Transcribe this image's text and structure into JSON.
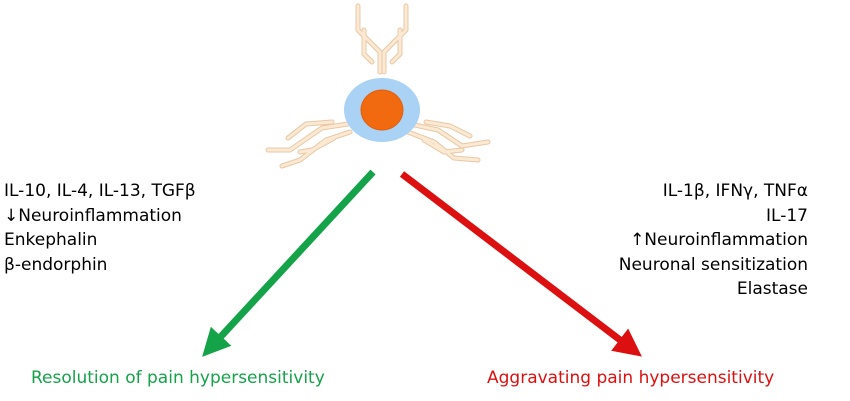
{
  "colors": {
    "cell_membrane": "#a9d2f5",
    "nucleus": "#f26a10",
    "nucleus_border": "#e45e08",
    "receptor_fill": "#fbe9d4",
    "receptor_stroke": "#e9c8a4",
    "resolution": "#15a34a",
    "aggravating": "#dc1010"
  },
  "left_panel": {
    "factors": [
      "IL-10, IL-4, IL-13, TGFβ",
      "↓Neuroinflammation",
      "Enkephalin",
      "β-endorphin"
    ],
    "outcome": "Resolution of pain hypersensitivity"
  },
  "right_panel": {
    "factors": [
      "IL-1β, IFNγ, TNFα",
      "IL-17",
      "↑Neuroinflammation",
      "Neuronal sensitization",
      "Elastase"
    ],
    "outcome": "Aggravating pain hypersensitivity"
  },
  "icons": {
    "cell": "immune-cell-with-antibody-receptors",
    "left_arrow": "diagonal-arrow-down-left",
    "right_arrow": "diagonal-arrow-down-right"
  }
}
